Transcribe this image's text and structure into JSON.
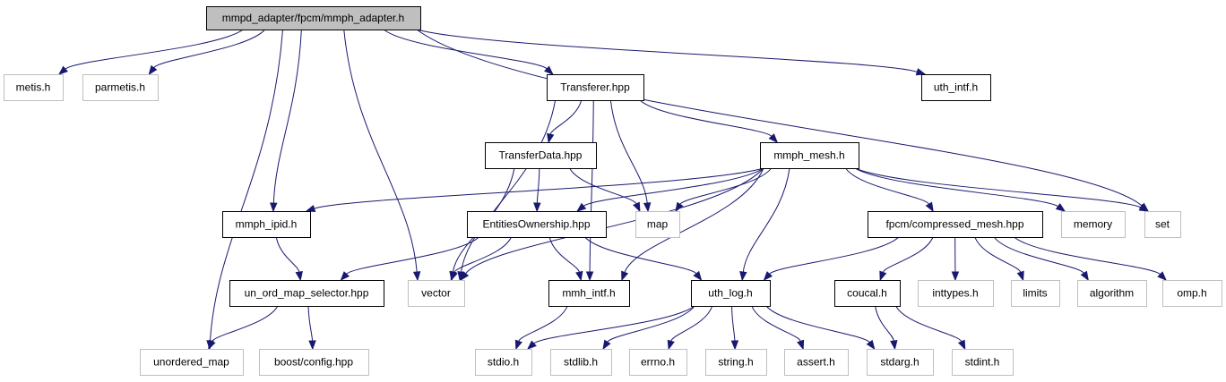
{
  "diagram": {
    "edge_color": "#191970",
    "root_fill": "#bfbfbf",
    "external_border": "#bfbfbf",
    "nodes": [
      {
        "id": "root",
        "label": "mmpd_adapter/fpcm/mmph_adapter.h",
        "kind": "root"
      },
      {
        "id": "metis",
        "label": "metis.h",
        "kind": "ext"
      },
      {
        "id": "parmetis",
        "label": "parmetis.h",
        "kind": "ext"
      },
      {
        "id": "transferer",
        "label": "Transferer.hpp",
        "kind": "doc"
      },
      {
        "id": "uthintf",
        "label": "uth_intf.h",
        "kind": "doc"
      },
      {
        "id": "transferdata",
        "label": "TransferData.hpp",
        "kind": "doc"
      },
      {
        "id": "mmphmesh",
        "label": "mmph_mesh.h",
        "kind": "doc"
      },
      {
        "id": "mmphipid",
        "label": "mmph_ipid.h",
        "kind": "doc"
      },
      {
        "id": "entities",
        "label": "EntitiesOwnership.hpp",
        "kind": "doc"
      },
      {
        "id": "map",
        "label": "map",
        "kind": "ext"
      },
      {
        "id": "compressed",
        "label": "fpcm/compressed_mesh.hpp",
        "kind": "doc"
      },
      {
        "id": "memory",
        "label": "memory",
        "kind": "ext"
      },
      {
        "id": "set",
        "label": "set",
        "kind": "ext"
      },
      {
        "id": "unord",
        "label": "un_ord_map_selector.hpp",
        "kind": "doc"
      },
      {
        "id": "vector",
        "label": "vector",
        "kind": "ext"
      },
      {
        "id": "mmhintf",
        "label": "mmh_intf.h",
        "kind": "doc"
      },
      {
        "id": "uthlog",
        "label": "uth_log.h",
        "kind": "doc"
      },
      {
        "id": "coucal",
        "label": "coucal.h",
        "kind": "doc"
      },
      {
        "id": "inttypes",
        "label": "inttypes.h",
        "kind": "ext"
      },
      {
        "id": "limits",
        "label": "limits",
        "kind": "ext"
      },
      {
        "id": "algorithm",
        "label": "algorithm",
        "kind": "ext"
      },
      {
        "id": "omp",
        "label": "omp.h",
        "kind": "ext"
      },
      {
        "id": "unorderedmap",
        "label": "unordered_map",
        "kind": "ext"
      },
      {
        "id": "boostconfig",
        "label": "boost/config.hpp",
        "kind": "ext"
      },
      {
        "id": "stdio",
        "label": "stdio.h",
        "kind": "ext"
      },
      {
        "id": "stdlib",
        "label": "stdlib.h",
        "kind": "ext"
      },
      {
        "id": "errno",
        "label": "errno.h",
        "kind": "ext"
      },
      {
        "id": "string",
        "label": "string.h",
        "kind": "ext"
      },
      {
        "id": "assert",
        "label": "assert.h",
        "kind": "ext"
      },
      {
        "id": "stdarg",
        "label": "stdarg.h",
        "kind": "ext"
      },
      {
        "id": "stdint",
        "label": "stdint.h",
        "kind": "ext"
      }
    ],
    "edges": [
      [
        "root",
        "metis"
      ],
      [
        "root",
        "parmetis"
      ],
      [
        "root",
        "transferer"
      ],
      [
        "root",
        "uthintf"
      ],
      [
        "root",
        "set"
      ],
      [
        "root",
        "mmphipid"
      ],
      [
        "root",
        "vector"
      ],
      [
        "root",
        "unorderedmap"
      ],
      [
        "transferer",
        "transferdata"
      ],
      [
        "transferer",
        "mmphmesh"
      ],
      [
        "transferer",
        "map"
      ],
      [
        "transferer",
        "vector"
      ],
      [
        "transferer",
        "mmhintf"
      ],
      [
        "transferdata",
        "entities"
      ],
      [
        "transferdata",
        "map"
      ],
      [
        "transferdata",
        "vector"
      ],
      [
        "mmphmesh",
        "mmphipid"
      ],
      [
        "mmphmesh",
        "entities"
      ],
      [
        "mmphmesh",
        "map"
      ],
      [
        "mmphmesh",
        "compressed"
      ],
      [
        "mmphmesh",
        "memory"
      ],
      [
        "mmphmesh",
        "set"
      ],
      [
        "mmphmesh",
        "vector"
      ],
      [
        "mmphmesh",
        "mmhintf"
      ],
      [
        "mmphmesh",
        "uthlog"
      ],
      [
        "mmphipid",
        "unord"
      ],
      [
        "entities",
        "unord"
      ],
      [
        "entities",
        "vector"
      ],
      [
        "entities",
        "mmhintf"
      ],
      [
        "entities",
        "uthlog"
      ],
      [
        "compressed",
        "uthlog"
      ],
      [
        "compressed",
        "coucal"
      ],
      [
        "compressed",
        "inttypes"
      ],
      [
        "compressed",
        "limits"
      ],
      [
        "compressed",
        "algorithm"
      ],
      [
        "compressed",
        "omp"
      ],
      [
        "unord",
        "unorderedmap"
      ],
      [
        "unord",
        "boostconfig"
      ],
      [
        "mmhintf",
        "stdio"
      ],
      [
        "uthlog",
        "stdio"
      ],
      [
        "uthlog",
        "stdlib"
      ],
      [
        "uthlog",
        "errno"
      ],
      [
        "uthlog",
        "string"
      ],
      [
        "uthlog",
        "assert"
      ],
      [
        "uthlog",
        "stdarg"
      ],
      [
        "coucal",
        "stdarg"
      ],
      [
        "coucal",
        "stdint"
      ]
    ]
  }
}
